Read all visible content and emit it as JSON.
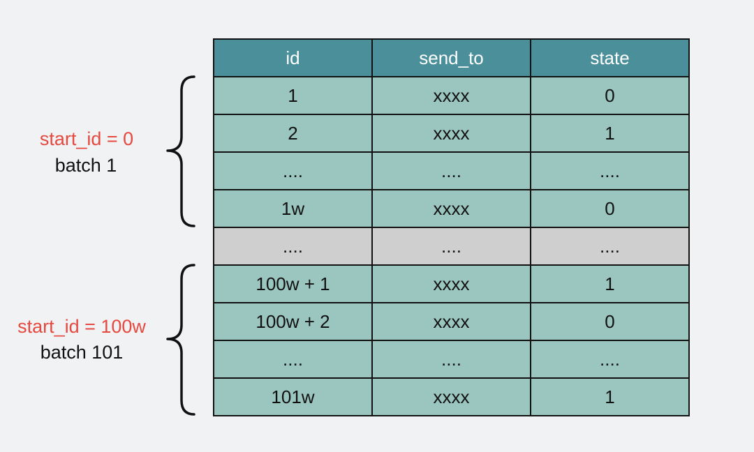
{
  "table": {
    "columns": [
      "id",
      "send_to",
      "state"
    ],
    "rows": [
      [
        "1",
        "xxxx",
        "0"
      ],
      [
        "2",
        "xxxx",
        "1"
      ],
      [
        "....",
        "....",
        "...."
      ],
      [
        "1w",
        "xxxx",
        "0"
      ],
      [
        "....",
        "....",
        "...."
      ],
      [
        "100w + 1",
        "xxxx",
        "1"
      ],
      [
        "100w + 2",
        "xxxx",
        "0"
      ],
      [
        "....",
        "....",
        "...."
      ],
      [
        "101w",
        "xxxx",
        "1"
      ]
    ]
  },
  "batches": [
    {
      "start_label": "start_id = 0",
      "batch_label": "batch 1"
    },
    {
      "start_label": "start_id = 100w",
      "batch_label": "batch 101"
    }
  ],
  "colors": {
    "header_bg": "#4a8f99",
    "row_bg": "#9bc6bf",
    "gap_row_bg": "#cfcfcf",
    "label_accent": "#e5493f"
  }
}
